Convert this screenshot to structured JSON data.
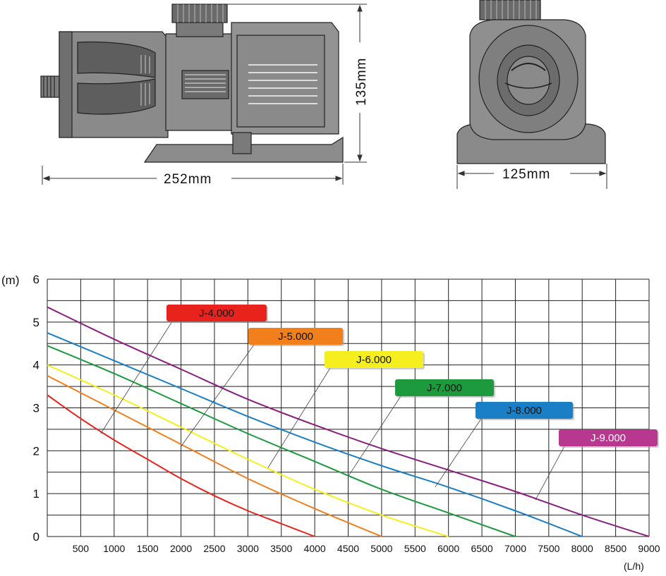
{
  "drawing": {
    "length_label": "252mm",
    "height_label": "135mm",
    "width_label": "125mm"
  },
  "chart_data": {
    "type": "line",
    "ylabel": "(m)",
    "xlabel": "(L/h)",
    "xlim": [
      0,
      9000
    ],
    "ylim": [
      0,
      6
    ],
    "xticks": [
      "500",
      "1000",
      "1500",
      "2000",
      "2500",
      "3000",
      "3500",
      "4000",
      "4500",
      "5000",
      "5500",
      "6000",
      "6500",
      "7000",
      "7500",
      "8000",
      "8500",
      "9000"
    ],
    "yticks": [
      "0",
      "1",
      "2",
      "3",
      "4",
      "5",
      "6"
    ],
    "grid": true,
    "series": [
      {
        "name": "J-4.000",
        "color": "#e8231e",
        "labelColor": "#e8231e",
        "textColor": "#111111",
        "points": [
          [
            0,
            3.3
          ],
          [
            500,
            2.75
          ],
          [
            1000,
            2.25
          ],
          [
            1500,
            1.8
          ],
          [
            2000,
            1.35
          ],
          [
            2500,
            0.95
          ],
          [
            3000,
            0.6
          ],
          [
            3500,
            0.3
          ],
          [
            4000,
            0
          ]
        ],
        "anchor": [
          800,
          2.4
        ]
      },
      {
        "name": "J-5.000",
        "color": "#f07f1c",
        "labelColor": "#f07f1c",
        "textColor": "#111111",
        "points": [
          [
            0,
            3.75
          ],
          [
            1000,
            2.95
          ],
          [
            2000,
            2.15
          ],
          [
            3000,
            1.35
          ],
          [
            4000,
            0.65
          ],
          [
            5000,
            0
          ]
        ],
        "anchor": [
          2000,
          2.1
        ]
      },
      {
        "name": "J-6.000",
        "color": "#f5ef1f",
        "labelColor": "#f5ef1f",
        "textColor": "#111111",
        "points": [
          [
            0,
            4
          ],
          [
            1000,
            3.3
          ],
          [
            2000,
            2.55
          ],
          [
            3000,
            1.8
          ],
          [
            4000,
            1.1
          ],
          [
            5000,
            0.5
          ],
          [
            6000,
            0
          ]
        ],
        "anchor": [
          3300,
          1.6
        ]
      },
      {
        "name": "J-7.000",
        "color": "#1d9a3d",
        "labelColor": "#1d9a3d",
        "textColor": "#111111",
        "points": [
          [
            0,
            4.45
          ],
          [
            1000,
            3.8
          ],
          [
            2000,
            3.1
          ],
          [
            3000,
            2.4
          ],
          [
            4000,
            1.75
          ],
          [
            5000,
            1.1
          ],
          [
            6000,
            0.55
          ],
          [
            7000,
            0
          ]
        ],
        "anchor": [
          4500,
          1.4
        ]
      },
      {
        "name": "J-8.000",
        "color": "#1a7fc4",
        "labelColor": "#1a7fc4",
        "textColor": "#111111",
        "points": [
          [
            0,
            4.75
          ],
          [
            1000,
            4.1
          ],
          [
            2000,
            3.45
          ],
          [
            3000,
            2.8
          ],
          [
            4000,
            2.2
          ],
          [
            5000,
            1.65
          ],
          [
            6000,
            1.15
          ],
          [
            7000,
            0.6
          ],
          [
            8000,
            0
          ]
        ],
        "anchor": [
          5800,
          1.15
        ]
      },
      {
        "name": "J-9.000",
        "color": "#8b1f7e",
        "labelColor": "#b8378f",
        "textColor": "#ffffff",
        "points": [
          [
            0,
            5.35
          ],
          [
            1000,
            4.6
          ],
          [
            2000,
            3.9
          ],
          [
            3000,
            3.2
          ],
          [
            4000,
            2.6
          ],
          [
            5000,
            2.05
          ],
          [
            6000,
            1.55
          ],
          [
            7000,
            1.05
          ],
          [
            8000,
            0.5
          ],
          [
            9000,
            0
          ]
        ],
        "anchor": [
          7300,
          0.85
        ]
      }
    ]
  }
}
